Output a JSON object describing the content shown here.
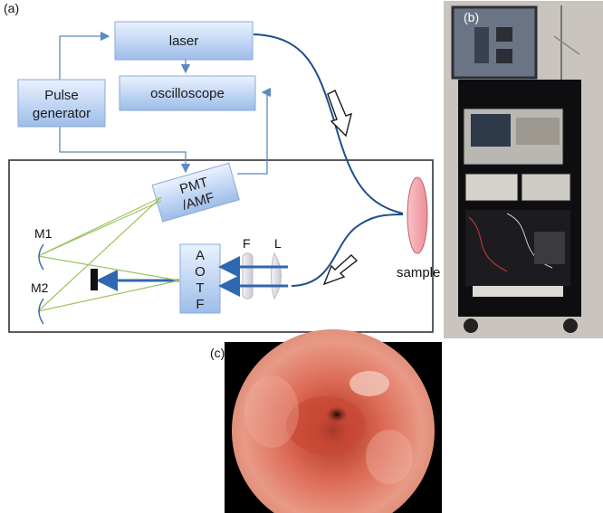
{
  "panels": {
    "a": {
      "tag": "(a)"
    },
    "b": {
      "tag": "(b)"
    },
    "c": {
      "tag": "(c)"
    }
  },
  "boxes": {
    "laser": "laser",
    "oscilloscope": "oscilloscope",
    "pulse_generator_line1": "Pulse",
    "pulse_generator_line2": "generator",
    "pmt_line1": "PMT",
    "pmt_line2": "/AMF",
    "aotf_letters": [
      "A",
      "O",
      "T",
      "F"
    ]
  },
  "labels": {
    "filter": "F",
    "lens": "L",
    "mirror1": "M1",
    "mirror2": "M2",
    "sample": "sample"
  },
  "colors": {
    "box_fill_top": "#e4efff",
    "box_fill_bottom": "#9fc0ee",
    "connector": "#5a8ac0",
    "fiber": "#1c4f8a",
    "green_beam": "#9cc460",
    "blue_beam": "#2f67b0",
    "sample_fill": "#f2a0a6"
  }
}
